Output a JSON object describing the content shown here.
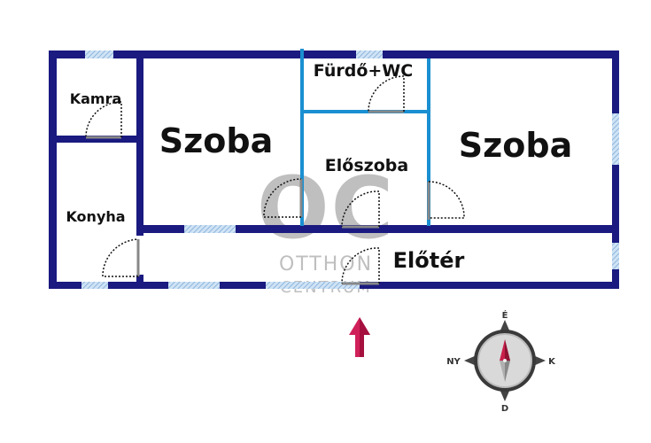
{
  "rooms": {
    "kamra": "Kamra",
    "konyha": "Konyha",
    "szoba_left": "Szoba",
    "furdo": "Fürdő+WC",
    "eloszoba": "Előszoba",
    "szoba_right": "Szoba",
    "eloter": "Előtér"
  },
  "watermark": {
    "logo": "OC",
    "line1": "OTTHON",
    "line2": "CENTRUM"
  },
  "compass": {
    "north": "É",
    "south": "D",
    "east": "K",
    "west": "NY"
  },
  "colors": {
    "wall": "#1a1a80",
    "inner_wall_blue": "#1a8fd1",
    "window": "#8fb8e0",
    "arrow": "#d0205a",
    "compass_ring": "#3a3a3a",
    "needle_north": "#c8204a"
  },
  "icons": {
    "entrance": "up-arrow-icon",
    "compass": "compass-icon"
  }
}
